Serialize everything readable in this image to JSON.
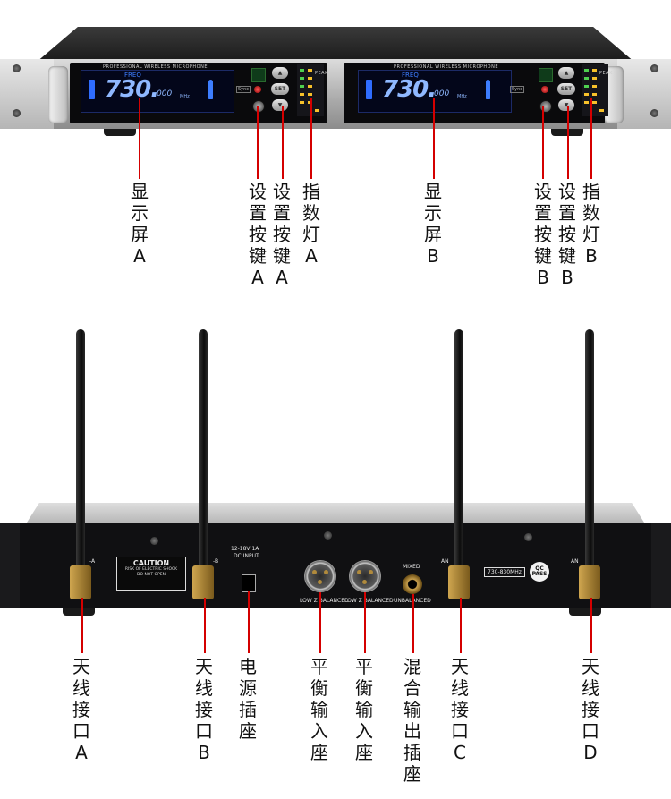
{
  "front": {
    "brand_text": "PROFESSIONAL WIRELESS MICROPHONE",
    "freq_label": "FREQ",
    "freq_main": "730.",
    "freq_sub": "000",
    "freq_unit": "MHz",
    "sync_label": "Sync",
    "set_label": "SET",
    "peak_label": "PEAK"
  },
  "front_labels": {
    "display_a": "显示屏A",
    "set_key_a_1": "设置按键A",
    "set_key_a_2": "设置按键A",
    "indicator_a": "指数灯A",
    "display_b": "显示屏B",
    "set_key_b_1": "设置按键B",
    "set_key_b_2": "设置按键B",
    "indicator_b": "指数灯B"
  },
  "back": {
    "caution_title": "CAUTION",
    "caution_line1": "RISK OF ELECTRIC SHOCK",
    "caution_line2": "DO NOT OPEN",
    "dc_line1": "12-18V 1A",
    "dc_line2": "DC INPUT",
    "xlr_label": "LOW Z BALANCED",
    "mixed_label": "MIXED",
    "unbalanced_label": "UNBALANCED",
    "range_label": "730-830MHz",
    "qc_line1": "QC",
    "qc_line2": "PASS",
    "ant_a_stub": "-A",
    "ant_b_stub": "-B",
    "ant_c_stub": "AN",
    "ant_d_stub": "AN"
  },
  "back_labels": {
    "antenna_a": "天线接口A",
    "antenna_b": "天线接口B",
    "power_socket": "电源插座",
    "balanced_1": "平衡输入座",
    "balanced_2": "平衡输入座",
    "mixed_out": "混合输出插座",
    "antenna_c": "天线接口C",
    "antenna_d": "天线接口D"
  },
  "colors": {
    "callout_line": "#d40000",
    "lcd_blue": "#8fb8ff",
    "led_yellow": "#f7c12a"
  }
}
